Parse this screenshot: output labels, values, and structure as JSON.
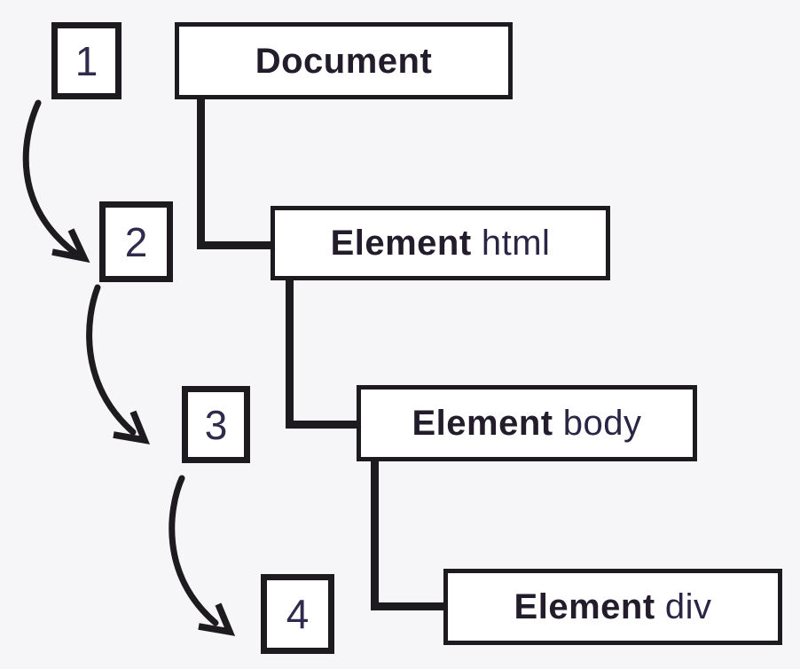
{
  "diagram": {
    "type": "dom-tree-traversal",
    "background": "#f6f5f7",
    "line_color": "#1d1b1f",
    "box_fill": "#ffffff",
    "label_bold_color": "#221c2b",
    "label_tag_color": "#2b2545",
    "marker_number_color": "#302a4c",
    "nodes": {
      "document": {
        "bold": "Document",
        "tag": ""
      },
      "html": {
        "bold": "Element",
        "tag": "html"
      },
      "body": {
        "bold": "Element",
        "tag": "body"
      },
      "div": {
        "bold": "Element",
        "tag": "div"
      }
    },
    "markers": {
      "m1": "1",
      "m2": "2",
      "m3": "3",
      "m4": "4"
    },
    "hierarchy": [
      "Document",
      "Element html",
      "Element body",
      "Element div"
    ],
    "traversal_order": [
      "1",
      "2",
      "3",
      "4"
    ]
  }
}
